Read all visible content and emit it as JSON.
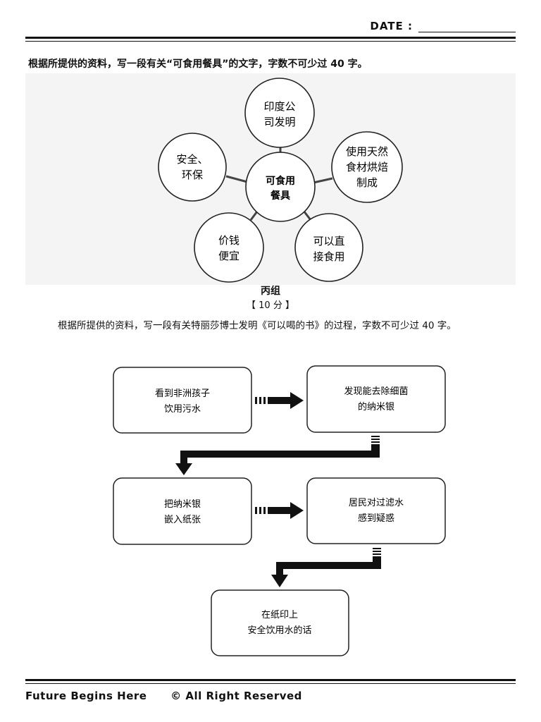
{
  "header": {
    "date_label": "DATE :"
  },
  "question1": {
    "prompt": "根据所提供的资料，写一段有关“可食用餐具”的文字，字数不可少过 40 字。",
    "center": [
      "可食用",
      "餐具"
    ],
    "nodes": [
      [
        "印度公",
        "司发明"
      ],
      [
        "使用天然",
        "食材烘焙",
        "制成"
      ],
      [
        "可以直",
        "接食用"
      ],
      [
        "价钱",
        "便宜"
      ],
      [
        "安全、",
        "环保"
      ]
    ]
  },
  "section": {
    "title": "丙组",
    "marks": "【 10 分 】"
  },
  "question2": {
    "prompt": "根据所提供的资料，写一段有关特丽莎博士发明《可以喝的书》的过程，字数不可少过 40 字。",
    "steps": [
      [
        "看到非洲孩子",
        "饮用污水"
      ],
      [
        "发现能去除细菌",
        "的纳米银"
      ],
      [
        "把纳米银",
        "嵌入纸张"
      ],
      [
        "居民对过滤水",
        "感到疑惑"
      ],
      [
        "在纸印上",
        "安全饮用水的话"
      ]
    ]
  },
  "footer": {
    "left": "Future Begins Here",
    "right": "© All Right Reserved"
  }
}
